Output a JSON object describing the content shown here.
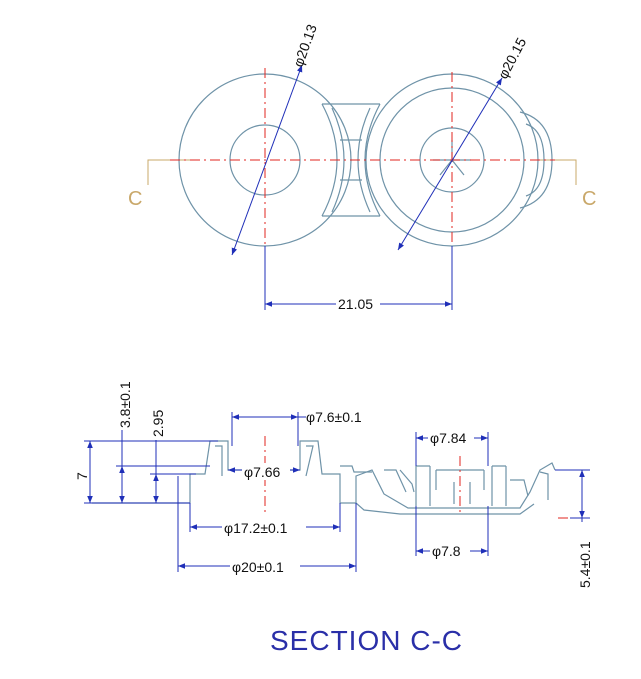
{
  "top_view": {
    "section_letter_left": "C",
    "section_letter_right": "C",
    "dim_diameter_left": "φ20.13",
    "dim_diameter_right": "φ20.15",
    "dim_center_distance": "21.05"
  },
  "section_view": {
    "dim_overall_height": "7",
    "dim_height_tol": "3.8±0.1",
    "dim_height_2": "2.95",
    "dim_top_dia": "φ7.6±0.1",
    "dim_inner_dia": "φ7.66",
    "dim_base_dia": "φ17.2±0.1",
    "dim_outer_dia": "φ20±0.1",
    "dim_right_top_dia": "φ7.84",
    "dim_right_bottom_dia": "φ7.8",
    "dim_right_height": "5.4±0.1"
  },
  "section_title": "SECTION C-C"
}
